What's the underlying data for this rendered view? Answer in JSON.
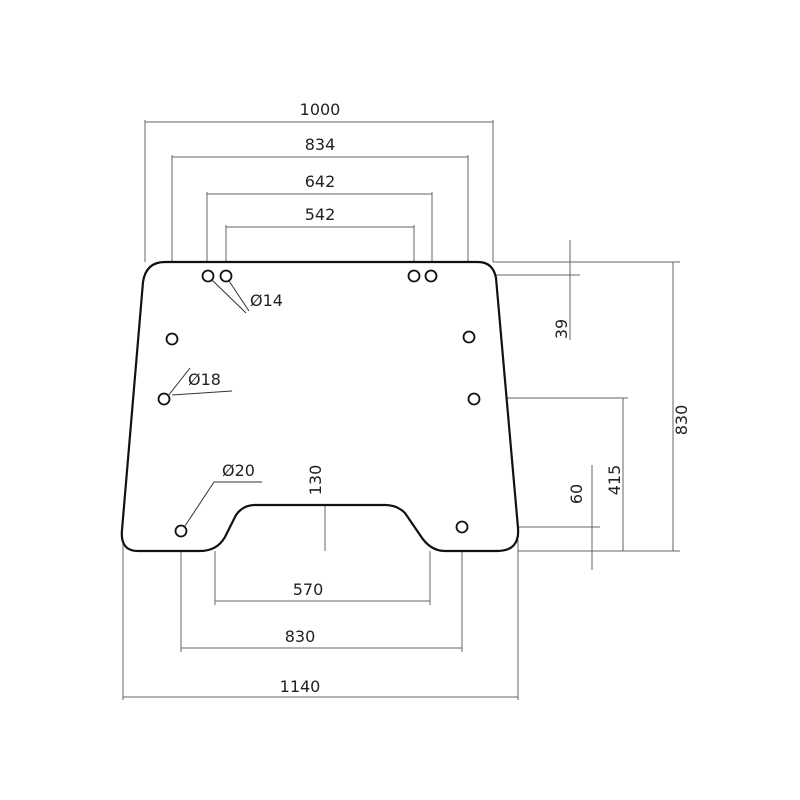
{
  "dimensions": {
    "width_top": "1000",
    "holes_outer_top": "834",
    "holes_mid_top": "642",
    "holes_inner_top": "542",
    "hole_top_offset": "39",
    "height_total": "830",
    "side_hole_height": "415",
    "bottom_hole_height": "60",
    "notch_depth": "130",
    "notch_width": "570",
    "holes_bottom": "830",
    "width_bottom": "1140"
  },
  "callouts": {
    "hole_d14": "Ø14",
    "hole_d18": "Ø18",
    "hole_d20": "Ø20"
  },
  "colors": {
    "outline": "#111111",
    "dimension": "#666666",
    "text": "#222222"
  }
}
